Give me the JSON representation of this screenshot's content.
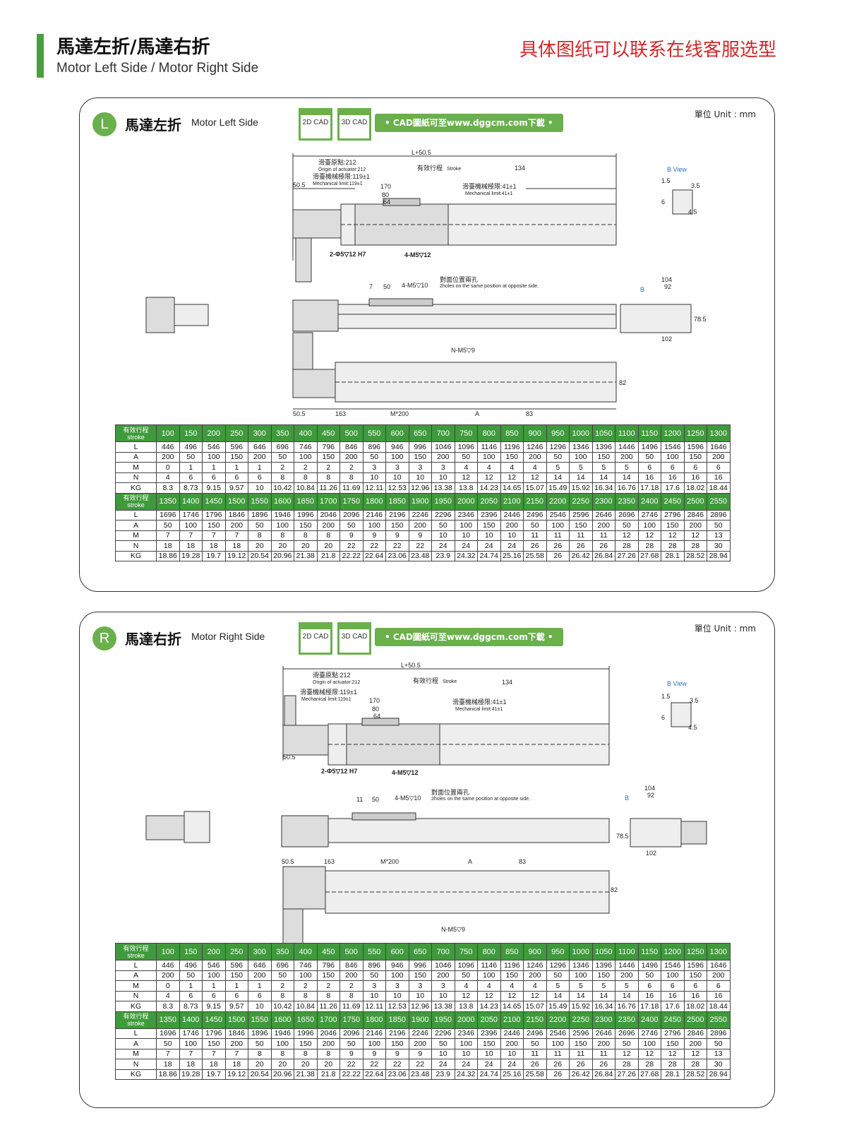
{
  "header": {
    "title_cn": "馬達左折/馬達右折",
    "title_en": "Motor Left Side / Motor Right Side",
    "notice": "具体图纸可以联系在线客服选型"
  },
  "common": {
    "unit": "單位 Unit : mm",
    "cad2d": "2D CAD",
    "cad3d": "3D CAD",
    "cad_link": "• CAD圖紙可至www.dggcm.com下載 •"
  },
  "left": {
    "badge": "L",
    "title_cn": "馬達左折",
    "title_en": "Motor Left Side"
  },
  "right": {
    "badge": "R",
    "title_cn": "馬達右折",
    "title_en": "Motor Right Side"
  },
  "dims": {
    "total": "L+50.5",
    "origin_cn": "滑臺原點:212",
    "origin_en": "Origin of actuator:212",
    "stroke_cn": "有效行程",
    "stroke_en": "Stroke",
    "d134": "134",
    "mech1_cn": "滑臺機械極限:119±1",
    "mech1_en": "Mechanical limit:119±1",
    "mech2_cn": "滑臺機械極限:41±1",
    "mech2_en": "Mechanical limit:41±1",
    "d50_5": "50.5",
    "d170": "170",
    "d80": "80",
    "d64": "64",
    "hole1": "2-Φ5▽12 H7",
    "hole2": "4-M5▽12",
    "hole3": "4-M5▽10",
    "opp_cn": "對面位置兩孔",
    "opp_en": "2holes on the same position at opposite side.",
    "d7": "7",
    "d11": "11",
    "d50": "50",
    "bview": "B View",
    "d1_5": "1.5",
    "d3_5": "3.5",
    "d6": "6",
    "d4_5": "4.5",
    "d104": "104",
    "d92": "92",
    "d78_5": "78.5",
    "d102": "102",
    "b": "B",
    "nm5": "N-M5▽9",
    "d82": "82",
    "d163": "163",
    "m200": "M*200",
    "a": "A",
    "d83": "83"
  },
  "table": {
    "header_label": [
      "有效行程",
      "stroke"
    ],
    "row_labels": [
      "L",
      "A",
      "M",
      "N",
      "KG"
    ],
    "blocks": [
      {
        "stroke": [
          "100",
          "150",
          "200",
          "250",
          "300",
          "350",
          "400",
          "450",
          "500",
          "550",
          "600",
          "650",
          "700",
          "750",
          "800",
          "850",
          "900",
          "950",
          "1000",
          "1050",
          "1100",
          "1150",
          "1200",
          "1250",
          "1300"
        ],
        "rows": [
          [
            "446",
            "496",
            "546",
            "596",
            "646",
            "696",
            "746",
            "796",
            "846",
            "896",
            "946",
            "996",
            "1046",
            "1096",
            "1146",
            "1196",
            "1246",
            "1296",
            "1346",
            "1396",
            "1446",
            "1496",
            "1546",
            "1596",
            "1646"
          ],
          [
            "200",
            "50",
            "100",
            "150",
            "200",
            "50",
            "100",
            "150",
            "200",
            "50",
            "100",
            "150",
            "200",
            "50",
            "100",
            "150",
            "200",
            "50",
            "100",
            "150",
            "200",
            "50",
            "100",
            "150",
            "200"
          ],
          [
            "0",
            "1",
            "1",
            "1",
            "1",
            "2",
            "2",
            "2",
            "2",
            "3",
            "3",
            "3",
            "3",
            "4",
            "4",
            "4",
            "4",
            "5",
            "5",
            "5",
            "5",
            "6",
            "6",
            "6",
            "6"
          ],
          [
            "4",
            "6",
            "6",
            "6",
            "6",
            "8",
            "8",
            "8",
            "8",
            "10",
            "10",
            "10",
            "10",
            "12",
            "12",
            "12",
            "12",
            "14",
            "14",
            "14",
            "14",
            "16",
            "16",
            "16",
            "16"
          ],
          [
            "8.3",
            "8.73",
            "9.15",
            "9.57",
            "10",
            "10.42",
            "10.84",
            "11.26",
            "11.69",
            "12.11",
            "12.53",
            "12.96",
            "13.38",
            "13.8",
            "14.23",
            "14.65",
            "15.07",
            "15.49",
            "15.92",
            "16.34",
            "16.76",
            "17.18",
            "17.6",
            "18.02",
            "18.44"
          ]
        ]
      },
      {
        "stroke": [
          "1350",
          "1400",
          "1450",
          "1500",
          "1550",
          "1600",
          "1650",
          "1700",
          "1750",
          "1800",
          "1850",
          "1900",
          "1950",
          "2000",
          "2050",
          "2100",
          "2150",
          "2200",
          "2250",
          "2300",
          "2350",
          "2400",
          "2450",
          "2500",
          "2550"
        ],
        "rows": [
          [
            "1696",
            "1746",
            "1796",
            "1846",
            "1896",
            "1946",
            "1996",
            "2046",
            "2096",
            "2146",
            "2196",
            "2246",
            "2296",
            "2346",
            "2396",
            "2446",
            "2496",
            "2546",
            "2596",
            "2646",
            "2696",
            "2746",
            "2796",
            "2846",
            "2896"
          ],
          [
            "50",
            "100",
            "150",
            "200",
            "50",
            "100",
            "150",
            "200",
            "50",
            "100",
            "150",
            "200",
            "50",
            "100",
            "150",
            "200",
            "50",
            "100",
            "150",
            "200",
            "50",
            "100",
            "150",
            "200",
            "50"
          ],
          [
            "7",
            "7",
            "7",
            "7",
            "8",
            "8",
            "8",
            "8",
            "9",
            "9",
            "9",
            "9",
            "10",
            "10",
            "10",
            "10",
            "11",
            "11",
            "11",
            "11",
            "12",
            "12",
            "12",
            "12",
            "13"
          ],
          [
            "18",
            "18",
            "18",
            "18",
            "20",
            "20",
            "20",
            "20",
            "22",
            "22",
            "22",
            "22",
            "24",
            "24",
            "24",
            "24",
            "26",
            "26",
            "26",
            "26",
            "28",
            "28",
            "28",
            "28",
            "30"
          ],
          [
            "18.86",
            "19.28",
            "19.7",
            "19.12",
            "20.54",
            "20.96",
            "21.38",
            "21.8",
            "22.22",
            "22.64",
            "23.06",
            "23.48",
            "23.9",
            "24.32",
            "24.74",
            "25.16",
            "25.58",
            "26",
            "26.42",
            "26.84",
            "27.26",
            "27.68",
            "28.1",
            "28.52",
            "28.94"
          ]
        ]
      }
    ]
  }
}
